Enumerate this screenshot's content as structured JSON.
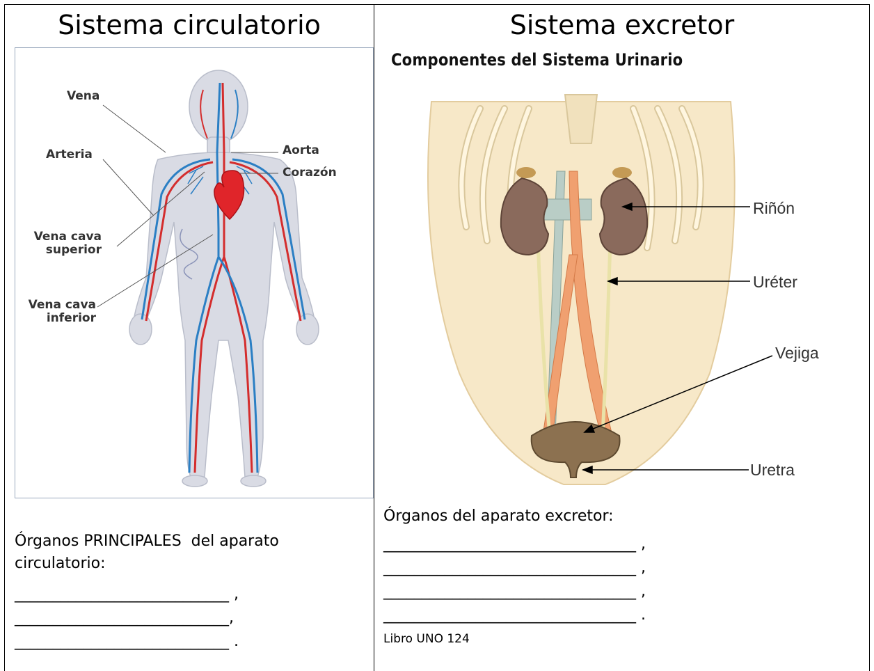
{
  "left": {
    "title": "Sistema circulatorio",
    "labels": {
      "vena": "Vena",
      "arteria": "Arteria",
      "vena_cava_superior": [
        "Vena cava",
        "superior"
      ],
      "vena_cava_inferior": [
        "Vena cava",
        "inferior"
      ],
      "aorta": "Aorta",
      "corazon": "Corazón"
    },
    "prompt_line1": "Órganos PRINCIPALES  del aparato",
    "prompt_line2": "circulatorio:",
    "blanks": [
      "____________________________ ,",
      "____________________________,",
      "____________________________ ."
    ]
  },
  "right": {
    "title": "Sistema excretor",
    "diagram_heading": "Componentes del Sistema Urinario",
    "labels": {
      "rinon": "Riñón",
      "ureter": "Uréter",
      "vejiga": "Vejiga",
      "uretra": "Uretra"
    },
    "prompt": "Órganos del aparato excretor:",
    "blanks": [
      "_________________________________ ,",
      "_________________________________ ,",
      "_________________________________ ,",
      "_________________________________ ."
    ],
    "source": "Libro UNO 124"
  }
}
